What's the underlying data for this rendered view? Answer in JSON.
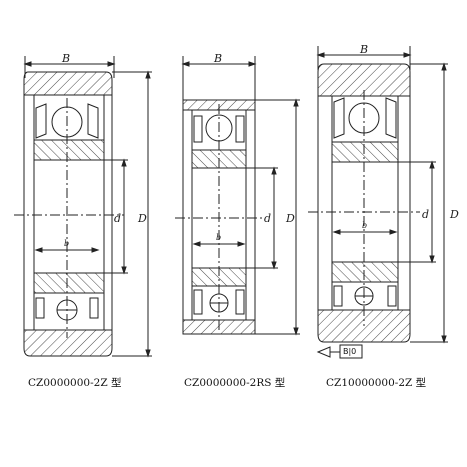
{
  "bearings": [
    {
      "id": "cz-2z",
      "caption": "CZ0000000-2Z 型",
      "B": "B",
      "D": "D",
      "d": "d",
      "b": "b"
    },
    {
      "id": "cz-2rs",
      "caption": "CZ0000000-2RS 型",
      "B": "B",
      "D": "D",
      "d": "d",
      "b": "b"
    },
    {
      "id": "cz1-2z",
      "caption": "CZ10000000-2Z 型",
      "B": "B",
      "D": "D",
      "d": "d",
      "b": "b"
    }
  ],
  "reference": {
    "label": "B|0"
  },
  "colors": {
    "line": "#222222",
    "hatch": "#333333",
    "paper": "#ffffff"
  }
}
